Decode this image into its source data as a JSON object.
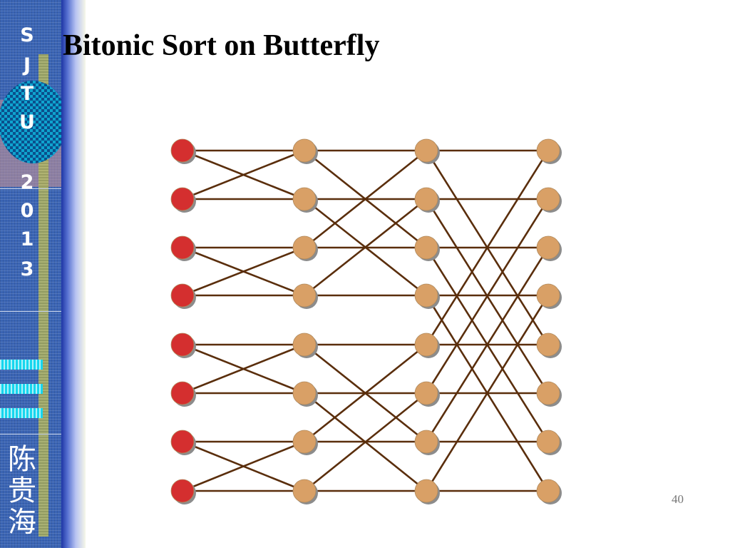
{
  "slide": {
    "title": "Bitonic Sort on Butterfly",
    "page_number": "40"
  },
  "sidebar": {
    "letters": [
      "S",
      "J",
      "T",
      "U",
      "2",
      "0",
      "1",
      "3"
    ],
    "author_chars": [
      "陈",
      "贵",
      "海"
    ]
  },
  "diagram": {
    "type": "butterfly-network",
    "stages": 4,
    "rows_per_stage": 8,
    "input_node_color": "#d42f2f",
    "node_color": "#d9a066",
    "edge_color": "#5a2e0c",
    "connections": [
      [
        [
          0,
          0
        ],
        [
          0,
          1
        ],
        [
          1,
          0
        ],
        [
          1,
          1
        ],
        [
          2,
          2
        ],
        [
          2,
          3
        ],
        [
          3,
          2
        ],
        [
          3,
          3
        ],
        [
          4,
          4
        ],
        [
          4,
          5
        ],
        [
          5,
          4
        ],
        [
          5,
          5
        ],
        [
          6,
          6
        ],
        [
          6,
          7
        ],
        [
          7,
          6
        ],
        [
          7,
          7
        ]
      ],
      [
        [
          0,
          0
        ],
        [
          0,
          2
        ],
        [
          1,
          1
        ],
        [
          1,
          3
        ],
        [
          2,
          2
        ],
        [
          2,
          0
        ],
        [
          3,
          3
        ],
        [
          3,
          1
        ],
        [
          4,
          4
        ],
        [
          4,
          6
        ],
        [
          5,
          5
        ],
        [
          5,
          7
        ],
        [
          6,
          6
        ],
        [
          6,
          4
        ],
        [
          7,
          7
        ],
        [
          7,
          5
        ]
      ],
      [
        [
          0,
          0
        ],
        [
          0,
          4
        ],
        [
          1,
          1
        ],
        [
          1,
          5
        ],
        [
          2,
          2
        ],
        [
          2,
          6
        ],
        [
          3,
          3
        ],
        [
          3,
          7
        ],
        [
          4,
          4
        ],
        [
          4,
          0
        ],
        [
          5,
          5
        ],
        [
          5,
          1
        ],
        [
          6,
          6
        ],
        [
          6,
          2
        ],
        [
          7,
          7
        ],
        [
          7,
          3
        ]
      ]
    ]
  }
}
